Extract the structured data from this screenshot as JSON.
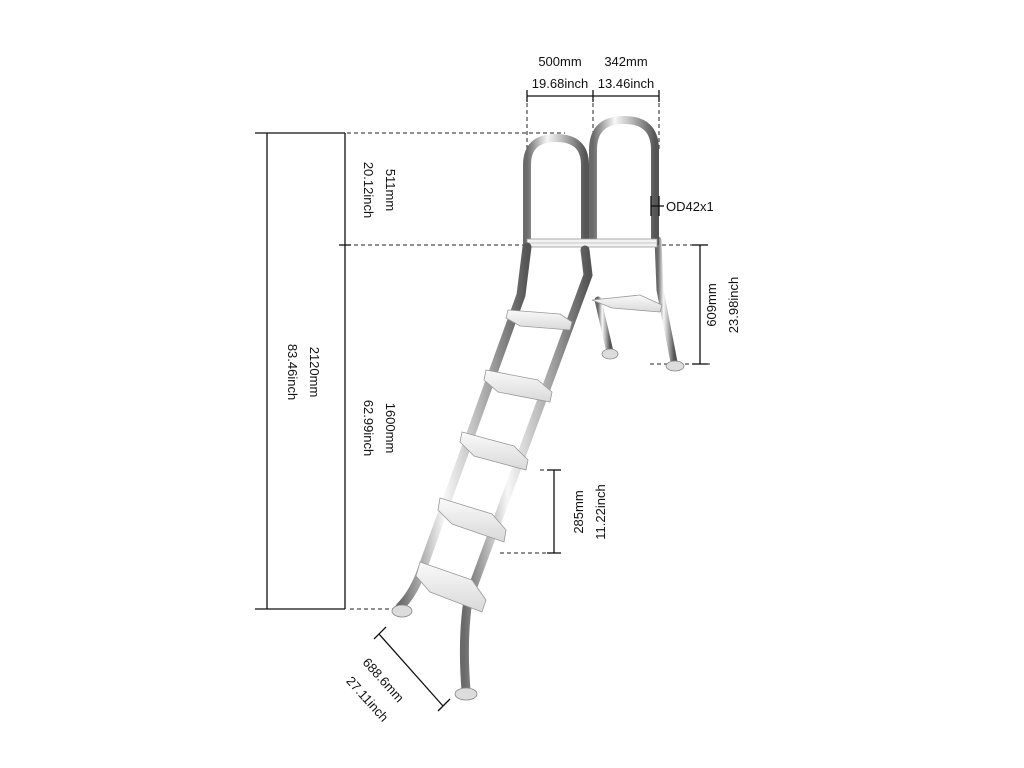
{
  "diagram": {
    "top_width_left": {
      "mm": "500mm",
      "inch": "19.68inch"
    },
    "top_width_right": {
      "mm": "342mm",
      "inch": "13.46inch"
    },
    "handrail_height": {
      "mm": "511mm",
      "inch": "20.12inch"
    },
    "tube_spec": "OD42x1",
    "back_leg_height": {
      "mm": "609mm",
      "inch": "23.98inch"
    },
    "total_height": {
      "mm": "2120mm",
      "inch": "83.46inch"
    },
    "front_height": {
      "mm": "1600mm",
      "inch": "62.99inch"
    },
    "step_spacing": {
      "mm": "285mm",
      "inch": "11.22inch"
    },
    "base_length": {
      "mm": "688.6mm",
      "inch": "27.11inch"
    }
  },
  "colors": {
    "steel_light": "#f4f4f4",
    "steel_dark": "#5a5a5a",
    "step": "#eeeeee",
    "line": "#111111"
  }
}
